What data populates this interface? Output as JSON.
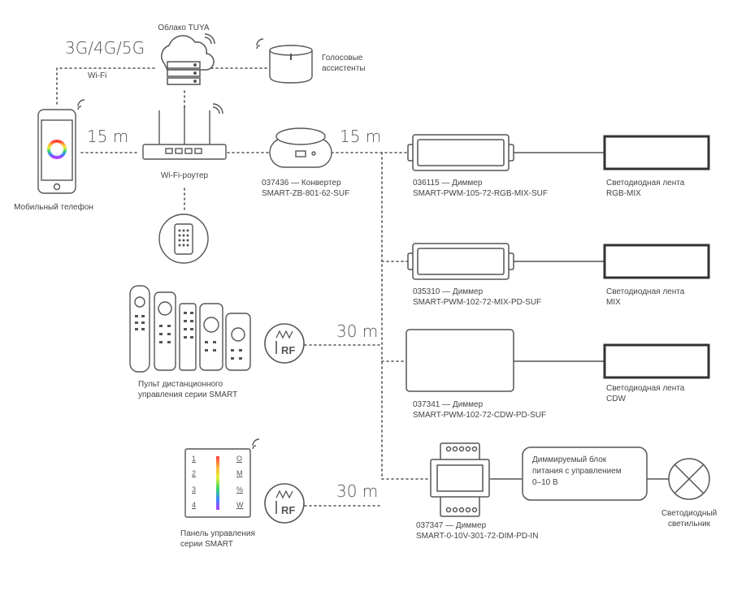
{
  "cloud_label": "Облако TUYA",
  "network_label": "3G/4G/5G",
  "wifi_label": "Wi-Fi",
  "voice_label_1": "Голосовые",
  "voice_label_2": "ассистенты",
  "phone_label": "Мобильный телефон",
  "router_label": "Wi-Fi-роутер",
  "converter_label_1": "037436 — Конвертер",
  "converter_label_2": "SMART-ZB-801-62-SUF",
  "distance_15_left": "15 m",
  "distance_15_right": "15 m",
  "distance_30_top": "30 m",
  "distance_30_bottom": "30 m",
  "rf_label": "RF",
  "dimmer1_label_1": "036115 — Диммер",
  "dimmer1_label_2": "SMART-PWM-105-72-RGB-MIX-SUF",
  "strip1_label_1": "Светодиодная лента",
  "strip1_label_2": "RGB-MIX",
  "dimmer2_label_1": "035310 — Диммер",
  "dimmer2_label_2": "SMART-PWM-102-72-MIX-PD-SUF",
  "strip2_label_1": "Светодиодная лента",
  "strip2_label_2": "MIX",
  "dimmer3_label_1": "037341 — Диммер",
  "dimmer3_label_2": "SMART-PWM-102-72-CDW-PD-SUF",
  "strip3_label_1": "Светодиодная лента",
  "strip3_label_2": "CDW",
  "remote_label_1": "Пульт дистанционного",
  "remote_label_2": "управления серии SMART",
  "panel_label_1": "Панель управления",
  "panel_label_2": "серии SMART",
  "panel_keys": [
    "1",
    "2",
    "3",
    "4"
  ],
  "panel_right_keys": [
    "O",
    "M",
    "%",
    "W"
  ],
  "dimmer4_label_1": "037347 — Диммер",
  "dimmer4_label_2": "SMART-0-10V-301-72-DIM-PD-IN",
  "psu_label_1": "Диммируемый блок",
  "psu_label_2": "питания с управлением",
  "psu_label_3": "0–10 В",
  "lamp_label_1": "Светодиодный",
  "lamp_label_2": "светильник"
}
